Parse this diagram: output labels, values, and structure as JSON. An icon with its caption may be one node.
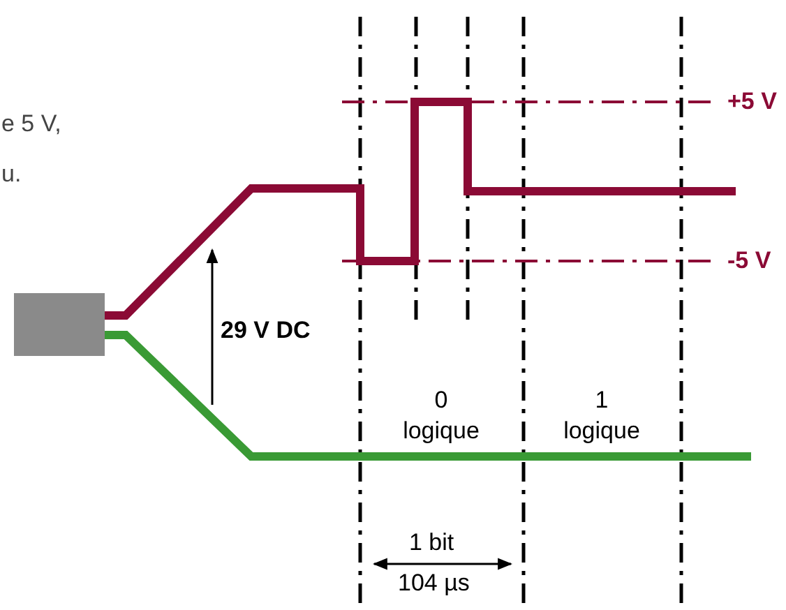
{
  "diagram": {
    "labels": [
      "e 5 V,",
      "u.",
      "+5 V",
      "-5 V",
      "29 V DC",
      "0 logique",
      "1 logique",
      "1 bit",
      "104 µs"
    ]
  }
}
